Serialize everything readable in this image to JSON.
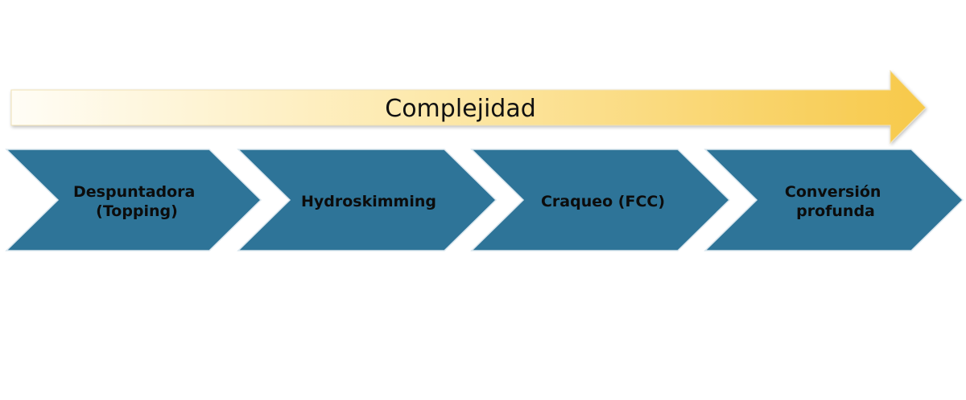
{
  "arrow": {
    "label": "Complejidad",
    "color_start": "#fffdf6",
    "color_end": "#f7c94a"
  },
  "chevron_color": "#2e7498",
  "chevron_edge": "#d9e6ee",
  "steps": [
    {
      "lines": [
        "Despuntadora",
        "(Topping)"
      ]
    },
    {
      "lines": [
        "Hydroskimming"
      ]
    },
    {
      "lines": [
        "Craqueo (FCC)"
      ]
    },
    {
      "lines": [
        "Conversión",
        "profunda"
      ]
    }
  ]
}
